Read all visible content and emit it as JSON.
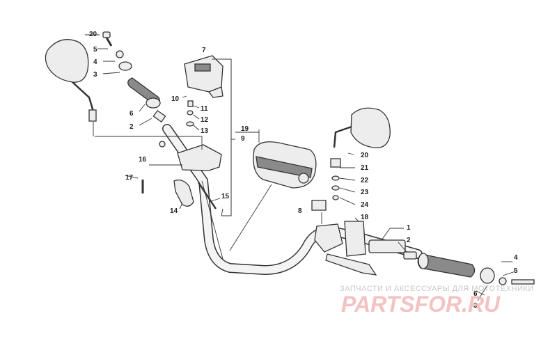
{
  "diagram": {
    "callouts": [
      {
        "id": "c20a",
        "label": "20"
      },
      {
        "id": "c5a",
        "label": "5"
      },
      {
        "id": "c4a",
        "label": "4"
      },
      {
        "id": "c3a",
        "label": "3"
      },
      {
        "id": "c6a",
        "label": "6"
      },
      {
        "id": "c2a",
        "label": "2"
      },
      {
        "id": "c7",
        "label": "7"
      },
      {
        "id": "c10",
        "label": "10"
      },
      {
        "id": "c11",
        "label": "11"
      },
      {
        "id": "c12",
        "label": "12"
      },
      {
        "id": "c13",
        "label": "13"
      },
      {
        "id": "c19",
        "label": "19"
      },
      {
        "id": "c9",
        "label": "9"
      },
      {
        "id": "c16",
        "label": "16"
      },
      {
        "id": "c17",
        "label": "17"
      },
      {
        "id": "c15",
        "label": "15"
      },
      {
        "id": "c14",
        "label": "14"
      },
      {
        "id": "c20b",
        "label": "20"
      },
      {
        "id": "c21",
        "label": "21"
      },
      {
        "id": "c22",
        "label": "22"
      },
      {
        "id": "c23",
        "label": "23"
      },
      {
        "id": "c24",
        "label": "24"
      },
      {
        "id": "c8",
        "label": "8"
      },
      {
        "id": "c18",
        "label": "18"
      },
      {
        "id": "c1",
        "label": "1"
      },
      {
        "id": "c2b",
        "label": "2"
      },
      {
        "id": "c4b",
        "label": "4"
      },
      {
        "id": "c5b",
        "label": "5"
      },
      {
        "id": "c6b",
        "label": "6"
      },
      {
        "id": "c3b",
        "label": "3"
      }
    ]
  },
  "watermark": {
    "caption": "ЗАПЧАСТИ И АКСЕССУАРЫ ДЛЯ МОТОТЕХНИКИ",
    "logo": "PARTSFOR.RU"
  }
}
